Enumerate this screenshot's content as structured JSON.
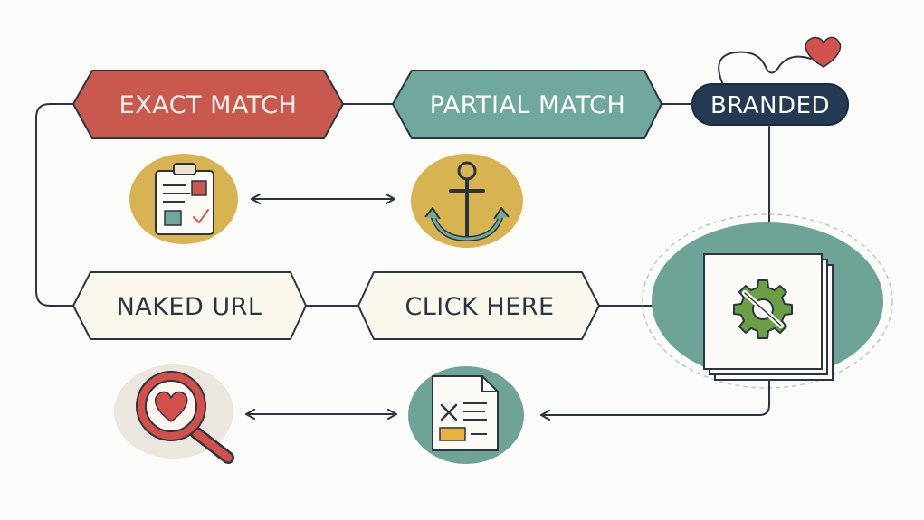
{
  "labels": {
    "exact_match": "EXACT MATCH",
    "partial_match": "PARTIAL MATCH",
    "branded": "BRANDED",
    "naked_url": "NAKED URL",
    "click_here": "CLICK HERE"
  },
  "colors": {
    "exact_match_fill": "#c9594f",
    "partial_match_fill": "#6fa89c",
    "branded_fill": "#233a52",
    "generic_fill": "#fbf8ee",
    "outline": "#2b3540",
    "mustard": "#d7b352",
    "teal": "#6da497",
    "coral": "#d24f4a",
    "gear_green": "#6aa043"
  },
  "icons": [
    "clipboard-icon",
    "anchor-icon",
    "magnifier-heart-icon",
    "document-icon",
    "gear-page-stack-icon",
    "heart-icon"
  ]
}
